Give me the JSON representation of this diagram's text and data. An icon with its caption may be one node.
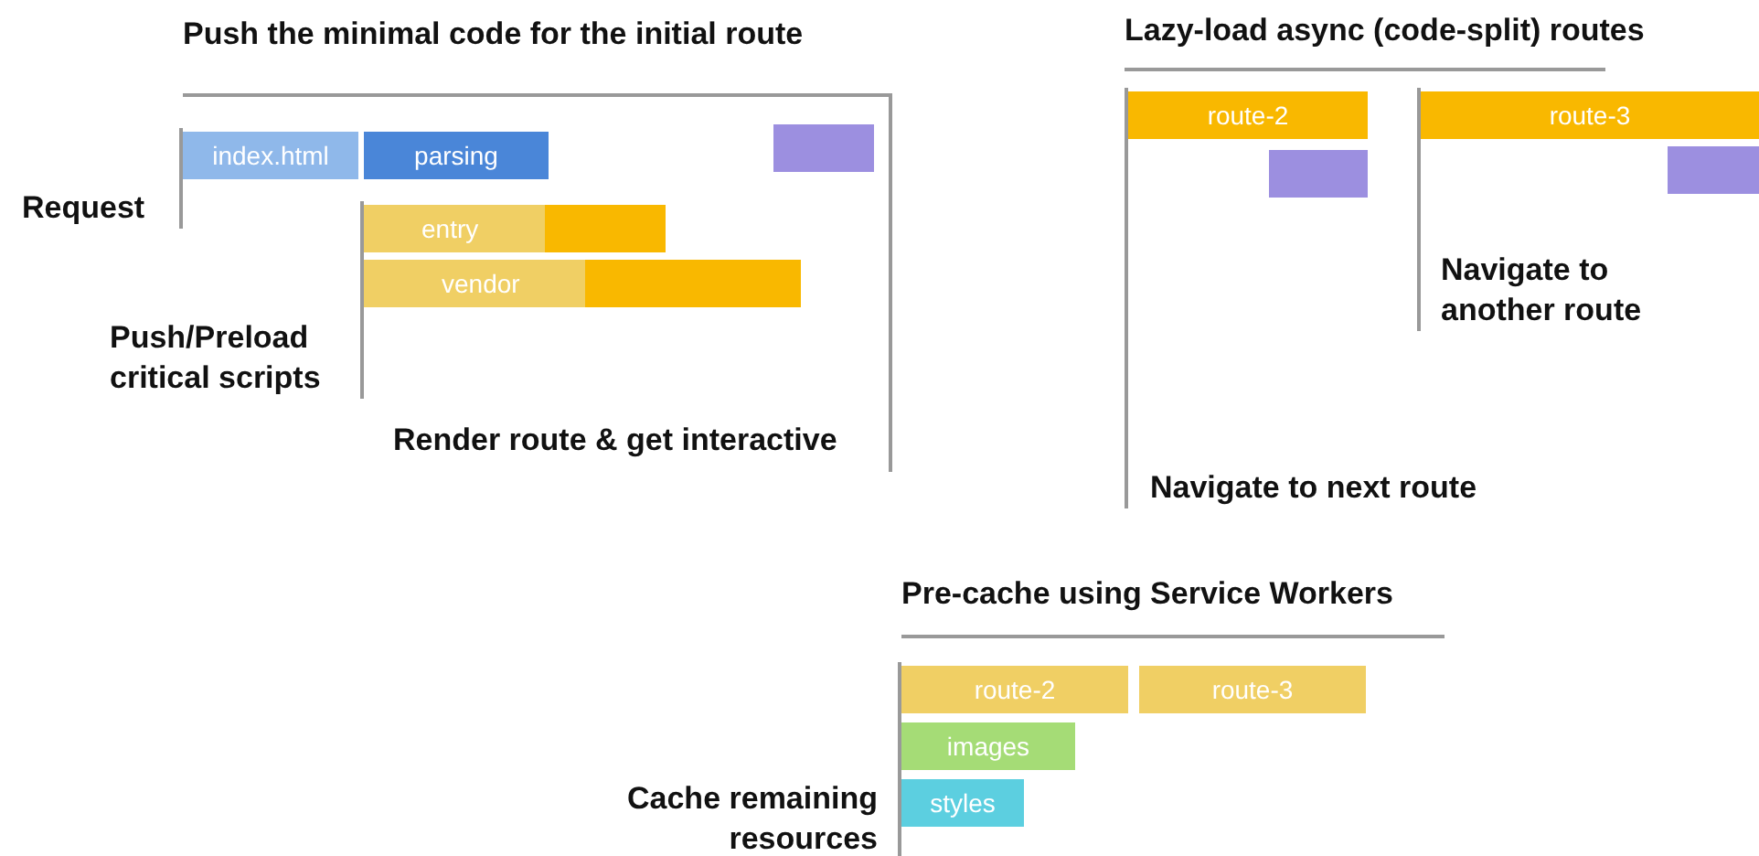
{
  "diagram": {
    "nodes": [
      {
        "text": [
          "index.html"
        ]
      },
      {
        "text": [
          "parsing"
        ]
      },
      {
        "text": [],
        "shape": "bar"
      },
      {
        "text": [
          "entry"
        ]
      },
      {
        "text": [
          "vendor"
        ]
      },
      {
        "text": [
          "route-2"
        ]
      },
      {
        "text": [],
        "shape": "bar"
      },
      {
        "text": [
          "route-3"
        ]
      },
      {
        "text": [],
        "shape": "bar"
      },
      {
        "text": [
          "route-2"
        ]
      },
      {
        "text": [
          "route-3"
        ]
      },
      {
        "text": [
          "images"
        ]
      },
      {
        "text": [
          "styles"
        ]
      },
      {
        "text": [
          "Request"
        ]
      },
      {
        "text": [
          "Push/Preload critical scripts"
        ]
      },
      {
        "text": [
          "Navigate to next route"
        ]
      },
      {
        "text": [
          "Navigate to another route"
        ]
      },
      {
        "text": [
          "Cache remaining resources"
        ]
      }
    ],
    "edges": [
      {
        "from": 0,
        "to": 13,
        "arrow": "none"
      },
      {
        "from": 3,
        "to": 14,
        "arrow": "none"
      },
      {
        "from": 5,
        "to": 15,
        "arrow": "none"
      },
      {
        "from": 7,
        "to": 16,
        "arrow": "none"
      },
      {
        "from": 9,
        "to": 17,
        "arrow": "none"
      }
    ],
    "labels": [
      "**Push** the minimal code for the initial route",
      "**Lazy-load** async (code-split) routes",
      "**Render** route & get interactive",
      "**Pre-cache** using Service Workers"
    ]
  }
}
